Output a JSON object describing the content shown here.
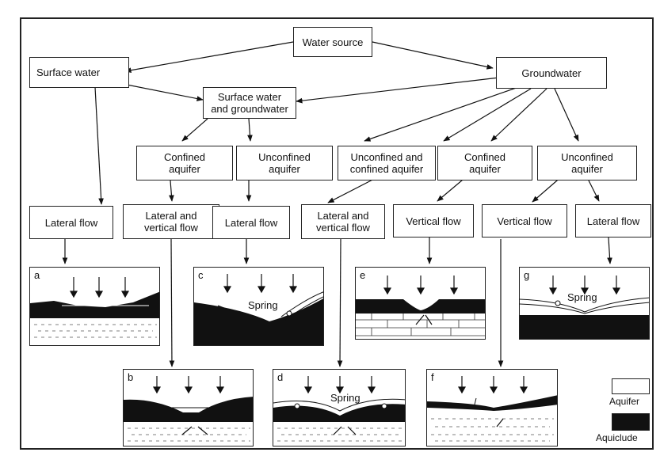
{
  "nodes": {
    "water_source": "Water source",
    "surface_water": "Surface water",
    "groundwater": "Groundwater",
    "surface_and_groundwater": "Surface water\nand groundwater",
    "confined_aquifer_1": "Confined\naquifer",
    "unconfined_aquifer_1": "Unconfined\naquifer",
    "unconfined_and_confined": "Unconfined and\nconfined aquifer",
    "confined_aquifer_2": "Confined\naquifer",
    "unconfined_aquifer_2": "Unconfined\naquifer",
    "lateral_flow_1": "Lateral flow",
    "lateral_vertical_1": "Lateral and\nvertical flow",
    "lateral_flow_2": "Lateral flow",
    "lateral_vertical_2": "Lateral and\nvertical flow",
    "vertical_flow_1": "Vertical flow",
    "vertical_flow_2": "Vertical flow",
    "lateral_flow_3": "Lateral flow"
  },
  "panels": {
    "a": {
      "label": "a"
    },
    "b": {
      "label": "b"
    },
    "c": {
      "label": "c",
      "spring": "Spring"
    },
    "d": {
      "label": "d",
      "spring": "Spring"
    },
    "e": {
      "label": "e"
    },
    "f": {
      "label": "f"
    },
    "g": {
      "label": "g",
      "spring": "Spring"
    }
  },
  "legend": {
    "aquifer": "Aquifer",
    "aquiclude": "Aquiclude"
  }
}
